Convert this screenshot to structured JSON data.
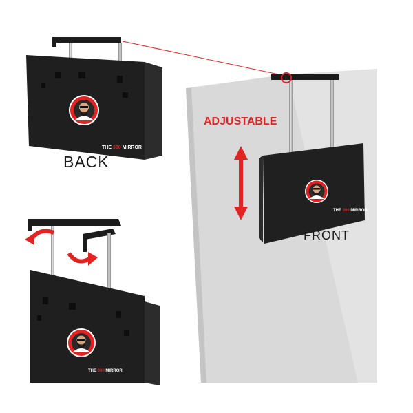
{
  "labels": {
    "back": "BACK",
    "front": "FRONT",
    "adjustable": "ADJUSTABLE"
  },
  "brand": {
    "prefix": "THE",
    "accent": "360",
    "suffix": "MIRROR"
  },
  "colors": {
    "accent_red": "#e32222",
    "panel_black": "#1e1e1e",
    "door_gray": "#dcdcdc"
  },
  "icons": {
    "logo": "bearded-man-logo-icon",
    "arrow_vertical": "double-arrow-vertical-icon",
    "arrow_rotate": "rotate-arrow-icon"
  }
}
